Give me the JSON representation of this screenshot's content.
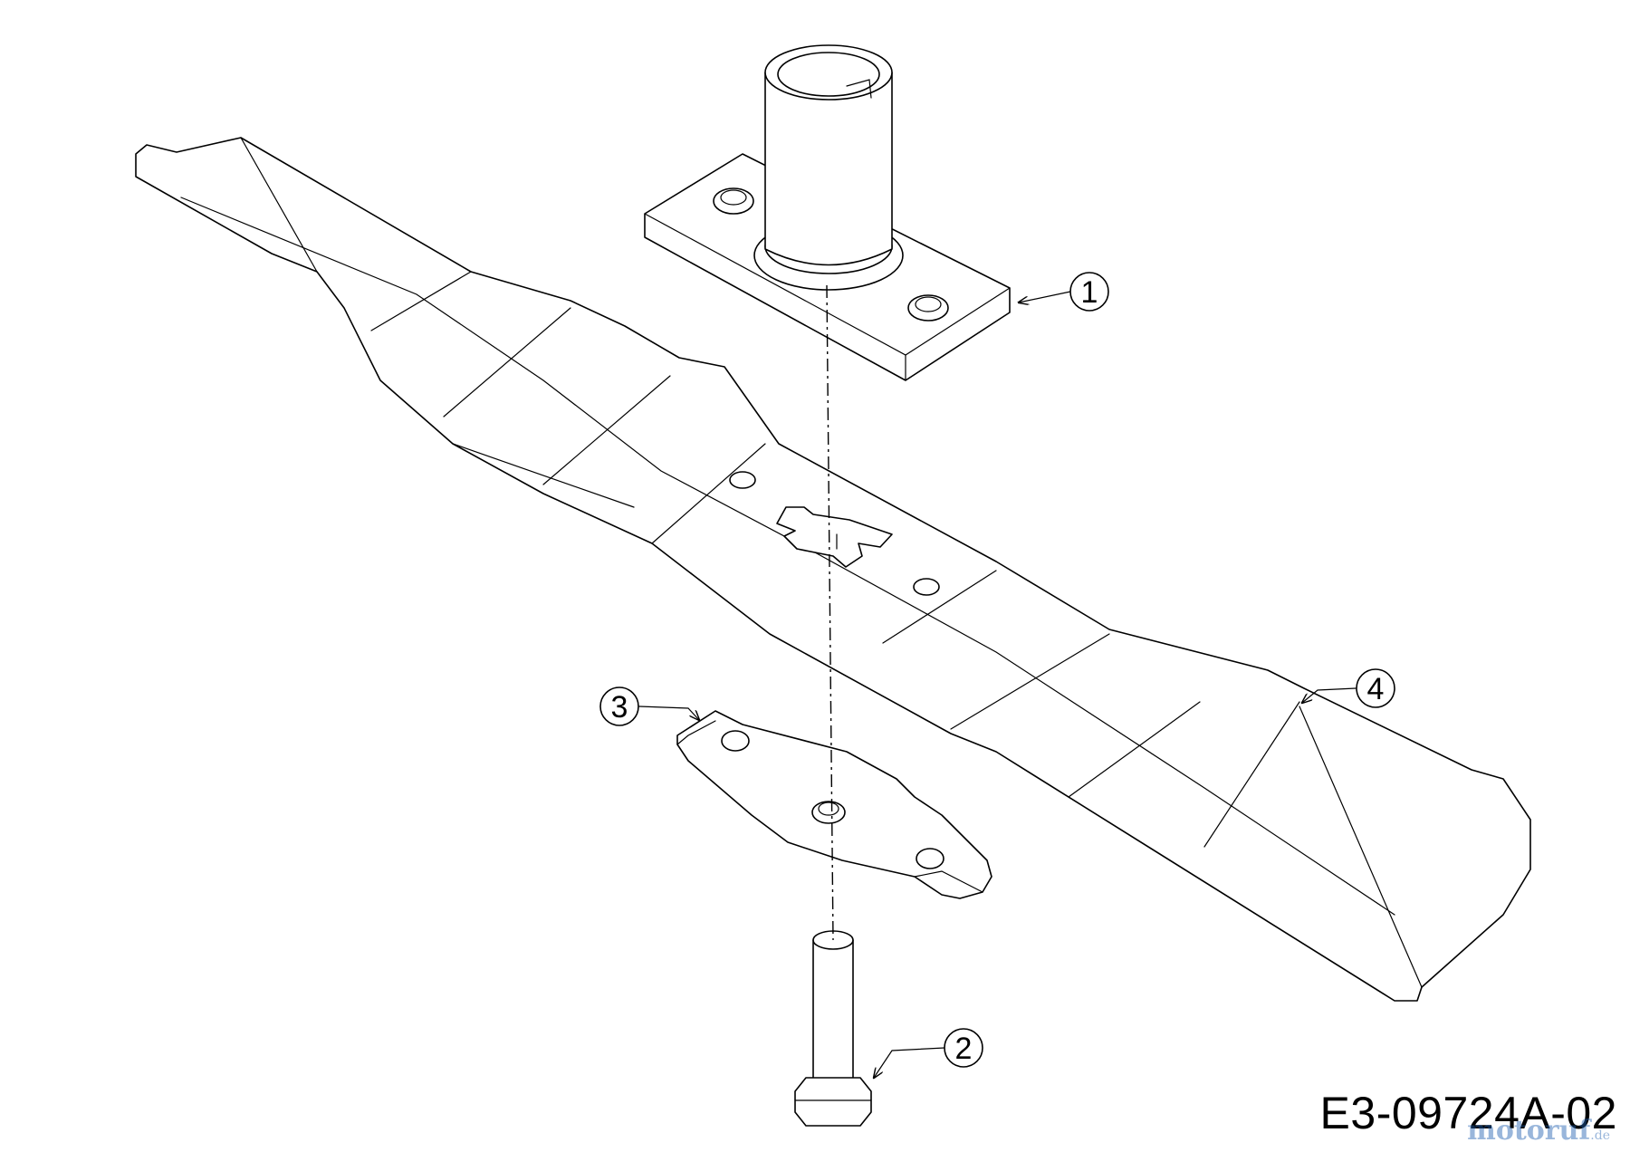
{
  "callouts": [
    {
      "id": "1",
      "part": "blade-adapter"
    },
    {
      "id": "2",
      "part": "bolt"
    },
    {
      "id": "3",
      "part": "stiffener-plate"
    },
    {
      "id": "4",
      "part": "mower-blade"
    }
  ],
  "drawing_code": "E3-09724A-02",
  "watermark": {
    "main": "motoruf",
    "suffix": ".de"
  },
  "colors": {
    "line": "#000000",
    "background": "#ffffff",
    "watermark": "#1f5fb0"
  }
}
